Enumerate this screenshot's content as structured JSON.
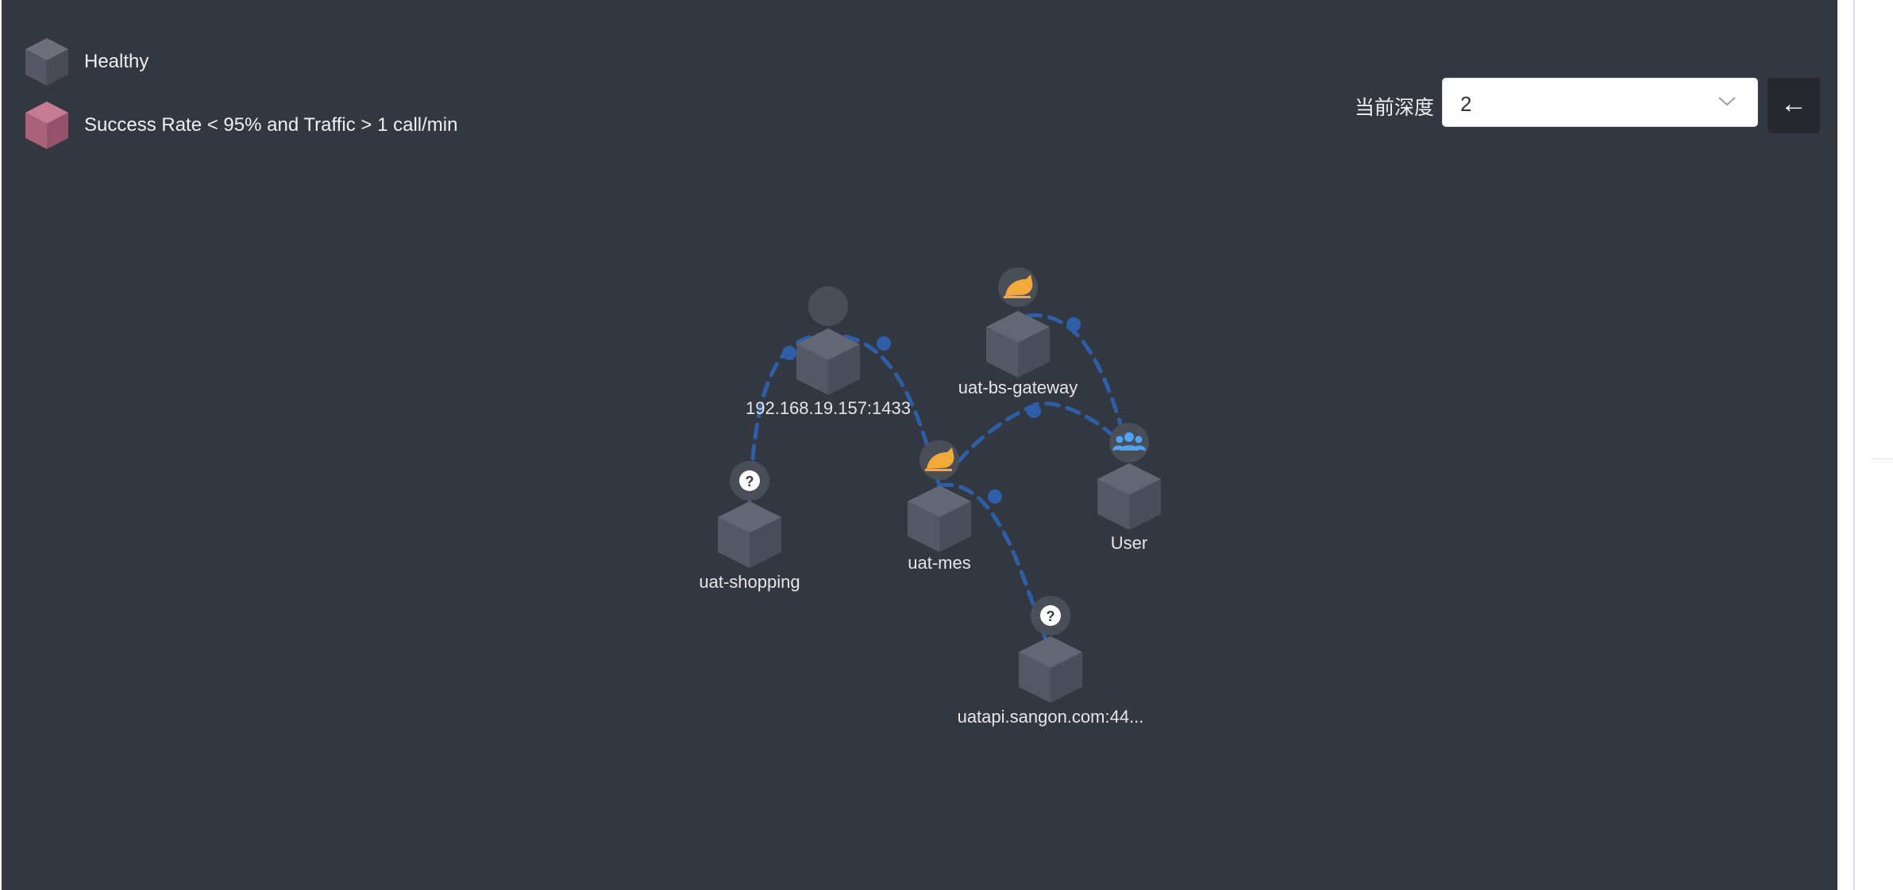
{
  "legend": {
    "items": [
      {
        "label": "Healthy",
        "icon": "healthy-cube-icon",
        "color": "#5b5e6a"
      },
      {
        "label": "Success Rate < 95% and Traffic > 1 call/min",
        "icon": "unhealthy-cube-icon",
        "color": "#b5687f"
      }
    ]
  },
  "toolbar": {
    "depth_label": "当前深度",
    "depth_value": "2",
    "back_icon": "arrow-left-icon",
    "back_glyph": "←"
  },
  "topology": {
    "nodes": [
      {
        "id": "db",
        "label": "192.168.19.157:1433",
        "icon": "blank-circle-icon"
      },
      {
        "id": "gateway",
        "label": "uat-bs-gateway",
        "icon": "tomcat-icon"
      },
      {
        "id": "shopping",
        "label": "uat-shopping",
        "icon": "question-icon"
      },
      {
        "id": "mes",
        "label": "uat-mes",
        "icon": "tomcat-icon"
      },
      {
        "id": "user",
        "label": "User",
        "icon": "users-icon"
      },
      {
        "id": "api",
        "label": "uatapi.sangon.com:44...",
        "icon": "question-icon"
      }
    ],
    "edges": [
      {
        "from": "shopping",
        "to": "db"
      },
      {
        "from": "mes",
        "to": "db"
      },
      {
        "from": "user",
        "to": "gateway"
      },
      {
        "from": "user",
        "to": "mes"
      },
      {
        "from": "mes",
        "to": "api"
      }
    ],
    "colors": {
      "edge": "#2f5ea8",
      "cube": "#545865",
      "icon_accent": "#f2ab3a",
      "users_accent": "#4ea3f5"
    }
  }
}
